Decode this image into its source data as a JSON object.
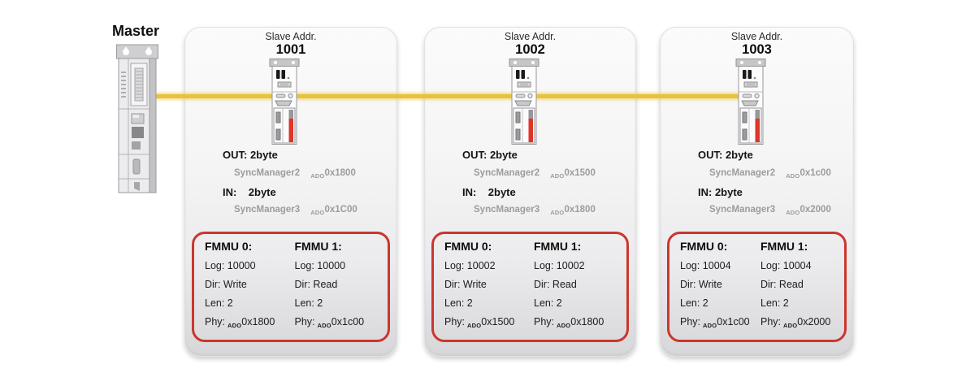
{
  "labels": {
    "ado": "ADO"
  },
  "colors": {
    "bus_yellow": "#e8c23a",
    "fmmu_border_red": "#cb362e",
    "device_stripe_red": "#e03428"
  },
  "master": {
    "label": "Master"
  },
  "slaves": [
    {
      "addr_label": "Slave Addr.",
      "addr": "1001",
      "out_text": "OUT: 2byte",
      "in_text": "IN:    2byte",
      "sm2_name": "SyncManager2",
      "sm2_addr": "0x1800",
      "sm3_name": "SyncManager3",
      "sm3_addr": "0x1C00",
      "fmmu0": {
        "title": "FMMU 0:",
        "log": "Log: 10000",
        "dir": "Dir: Write",
        "len": "Len: 2",
        "phy_label": "Phy:",
        "phy_addr": "0x1800"
      },
      "fmmu1": {
        "title": "FMMU 1:",
        "log": "Log: 10000",
        "dir": "Dir: Read",
        "len": "Len: 2",
        "phy_label": "Phy:",
        "phy_addr": "0x1c00"
      }
    },
    {
      "addr_label": "Slave Addr.",
      "addr": "1002",
      "out_text": "OUT: 2byte",
      "in_text": "IN:    2byte",
      "sm2_name": "SyncManager2",
      "sm2_addr": "0x1500",
      "sm3_name": "SyncManager3",
      "sm3_addr": "0x1800",
      "fmmu0": {
        "title": "FMMU 0:",
        "log": "Log: 10002",
        "dir": "Dir: Write",
        "len": "Len: 2",
        "phy_label": "Phy:",
        "phy_addr": "0x1500"
      },
      "fmmu1": {
        "title": "FMMU 1:",
        "log": "Log: 10002",
        "dir": "Dir: Read",
        "len": "Len: 2",
        "phy_label": "Phy:",
        "phy_addr": "0x1800"
      }
    },
    {
      "addr_label": "Slave Addr.",
      "addr": "1003",
      "out_text": "OUT: 2byte",
      "in_text": "IN: 2byte",
      "sm2_name": "SyncManager2",
      "sm2_addr": "0x1c00",
      "sm3_name": "SyncManager3",
      "sm3_addr": "0x2000",
      "fmmu0": {
        "title": "FMMU 0:",
        "log": "Log: 10004",
        "dir": "Dir: Write",
        "len": "Len: 2",
        "phy_label": "Phy:",
        "phy_addr": "0x1c00"
      },
      "fmmu1": {
        "title": "FMMU 1:",
        "log": "Log: 10004",
        "dir": "Dir: Read",
        "len": "Len: 2",
        "phy_label": "Phy:",
        "phy_addr": "0x2000"
      }
    }
  ]
}
